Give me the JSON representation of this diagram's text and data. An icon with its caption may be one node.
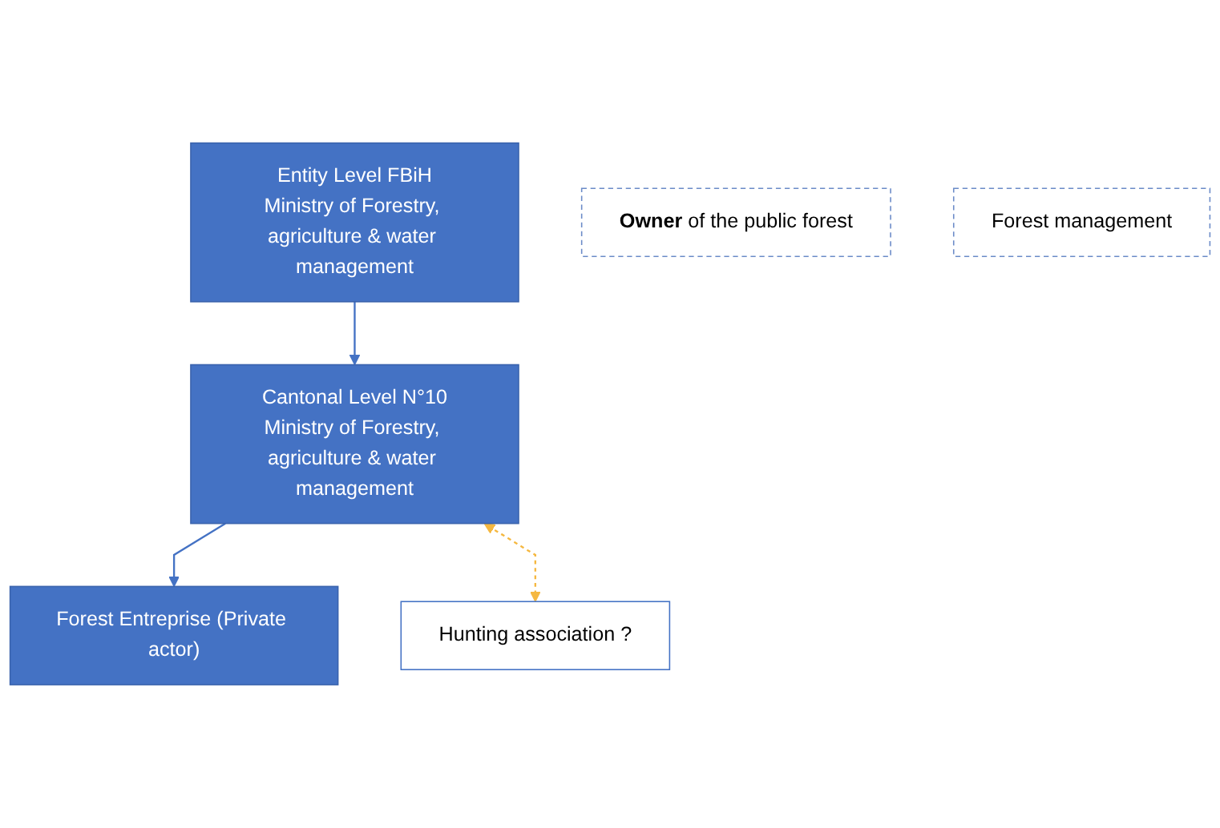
{
  "diagram": {
    "nodes": [
      {
        "text": [
          "Entity Level FBiH",
          "Ministry of Forestry, agriculture & water management"
        ]
      },
      {
        "text": [
          "Cantonal Level N°10",
          "Ministry of Forestry, agriculture & water management"
        ]
      },
      {
        "text": [
          "**Owner** of the public forest"
        ]
      },
      {
        "text": [
          "Forest Entreprise (Private actor)"
        ]
      },
      {
        "text": [
          "Forest management"
        ]
      },
      {
        "text": [
          "Hunting association ?"
        ]
      }
    ],
    "edges": [
      {
        "from": 0,
        "to": 1,
        "arrow": "to"
      },
      {
        "from": 1,
        "to": 3,
        "arrow": "to"
      },
      {
        "from": 1,
        "to": 5,
        "arrow": "both",
        "style": "dashed",
        "color": "#f5b841"
      }
    ]
  }
}
